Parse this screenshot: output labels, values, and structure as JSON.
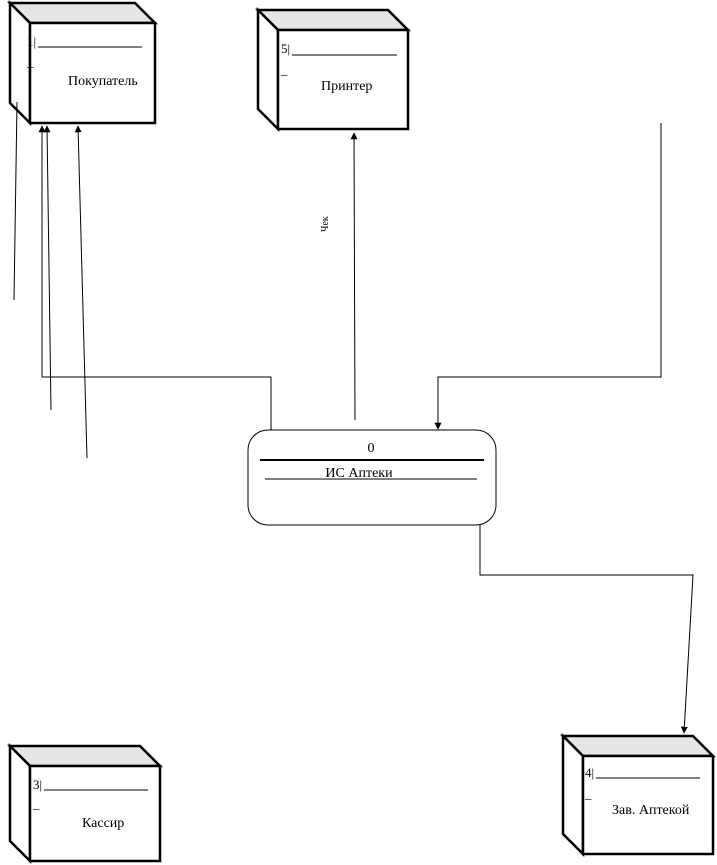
{
  "entities": [
    {
      "id": "pokupatel",
      "num": "1|",
      "dash": "_",
      "label": "Покупатель"
    },
    {
      "id": "printer",
      "num": "5|",
      "dash": "_",
      "label": "Принтер"
    },
    {
      "id": "kassir",
      "num": "3|",
      "dash": "_",
      "label": "Кассир"
    },
    {
      "id": "zav",
      "num": "4|",
      "dash": "_",
      "label": "Зав. Аптекой"
    }
  ],
  "process": {
    "num": "0",
    "label": "ИС Аптеки"
  },
  "flows": [
    {
      "id": "chek",
      "label": "Чек"
    }
  ]
}
